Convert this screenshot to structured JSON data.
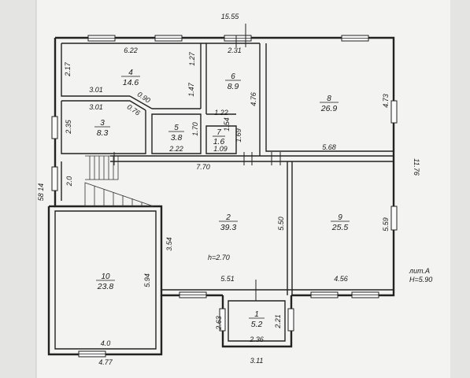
{
  "plan": {
    "overall_width": "15.55",
    "overall_depth": "11.76",
    "side_label": "58 14",
    "corner_label": "лит.А",
    "height_label": "H=5.90",
    "ceiling_height": "h=2.70"
  },
  "rooms": [
    {
      "num": "1",
      "area": "5.2"
    },
    {
      "num": "2",
      "area": "39.3"
    },
    {
      "num": "3",
      "area": "8.3"
    },
    {
      "num": "4",
      "area": "14.6"
    },
    {
      "num": "5",
      "area": "3.8"
    },
    {
      "num": "6",
      "area": "8.9"
    },
    {
      "num": "7",
      "area": "1.6"
    },
    {
      "num": "8",
      "area": "26.9"
    },
    {
      "num": "9",
      "area": "25.5"
    },
    {
      "num": "10",
      "area": "23.8"
    }
  ],
  "dimensions": {
    "r4_top": "6.22",
    "r6_top": "2.31",
    "r4_left": "2.17",
    "r4_inner": "1.27",
    "r4_bottom": "3.01",
    "r4_diag": "0.90",
    "r4_wall": "1.47",
    "r3_top": "3.01",
    "r3_diag": "0.76",
    "r3_left": "2.35",
    "r6_right": "4.76",
    "r8_right": "4.73",
    "r7_top": "1.22",
    "r7_side": "1.54",
    "r5_right": "1.70",
    "r7_right": "1.69",
    "r5_bottom": "2.22",
    "r7_bottom": "1.09",
    "r8_bottom": "5.68",
    "r2_top": "7.70",
    "hall_left": "2.0",
    "r9_right": "5.59",
    "r2_right": "5.50",
    "r2_left": "3.54",
    "r10_right": "5.94",
    "r2_bottom": "5.51",
    "r9_bottom": "4.56",
    "r1_left": "2.63",
    "r1_right": "2.21",
    "r1_bottom": "2.36",
    "r1_outer": "3.11",
    "r10_bottom_inner": "4.0",
    "r10_bottom": "4.77"
  }
}
